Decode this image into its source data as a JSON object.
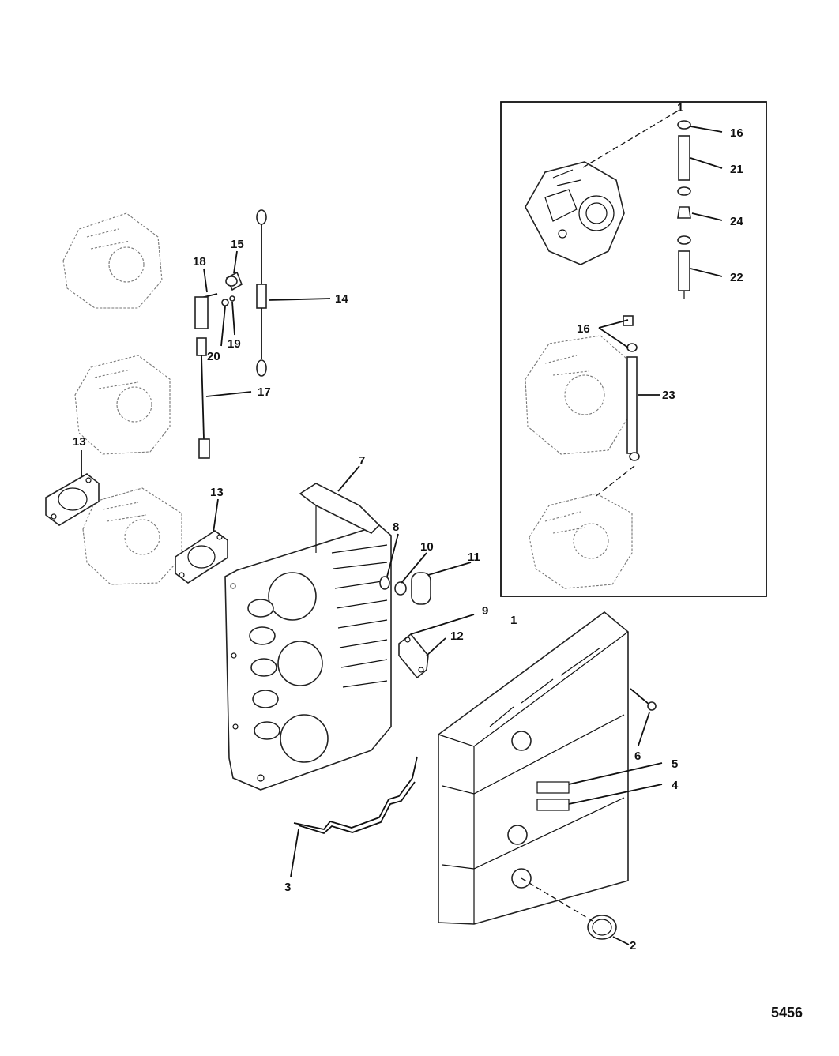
{
  "callouts": {
    "c1": "1",
    "c1b": "1",
    "c2": "2",
    "c3": "3",
    "c4": "4",
    "c5": "5",
    "c6": "6",
    "c7": "7",
    "c8": "8",
    "c9": "9",
    "c10": "10",
    "c11": "11",
    "c12": "12",
    "c13a": "13",
    "c13b": "13",
    "c14": "14",
    "c15": "15",
    "c16a": "16",
    "c16b": "16",
    "c17": "17",
    "c18": "18",
    "c19": "19",
    "c20": "20",
    "c21": "21",
    "c22": "22",
    "c23": "23",
    "c24": "24"
  },
  "figure_number": "5456"
}
